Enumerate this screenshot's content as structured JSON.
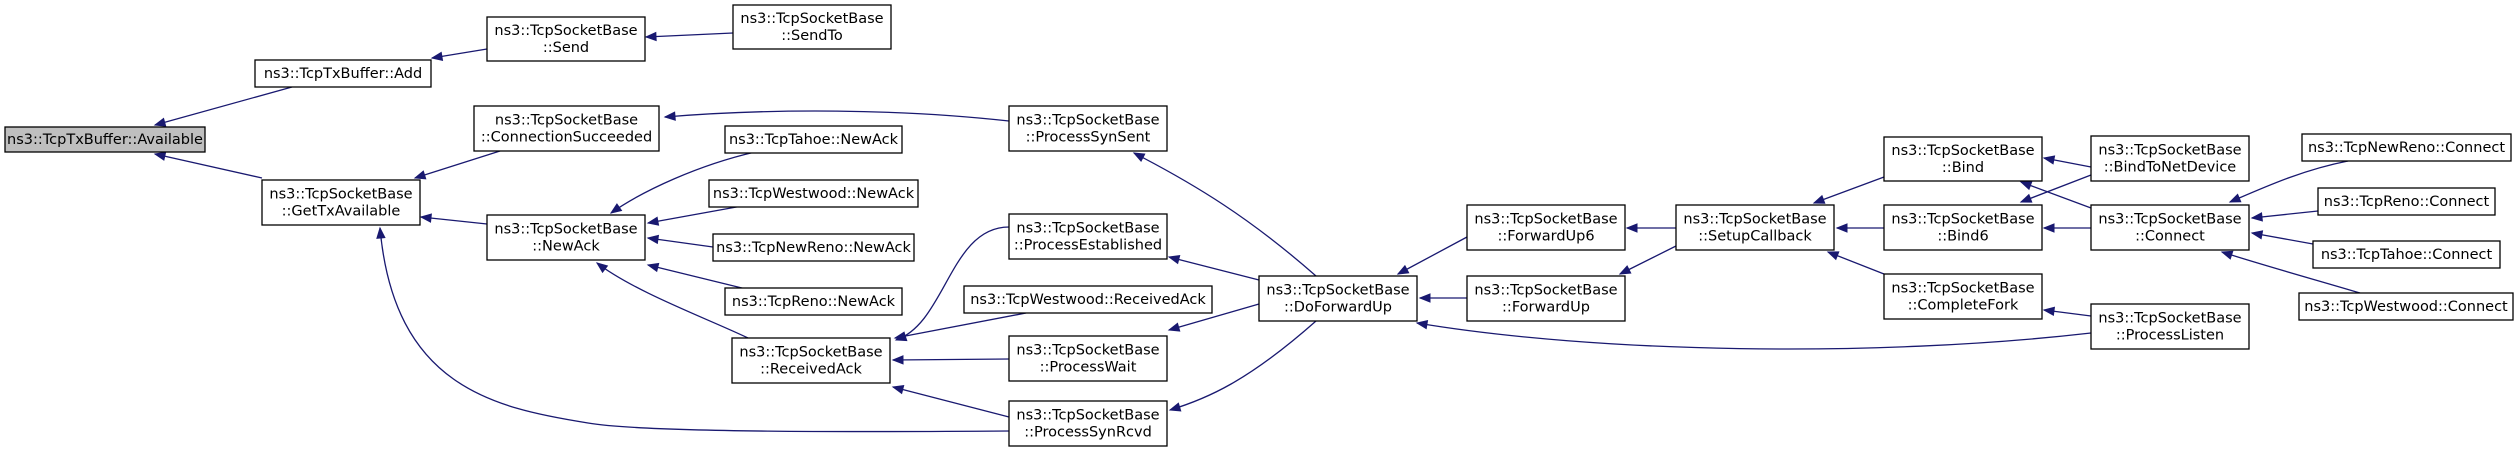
{
  "graph": {
    "title": "",
    "nodes": [
      {
        "id": "available",
        "lines": [
          "ns3::TcpTxBuffer::Available"
        ],
        "root": true
      },
      {
        "id": "add",
        "lines": [
          "ns3::TcpTxBuffer::Add"
        ]
      },
      {
        "id": "send",
        "lines": [
          "ns3::TcpSocketBase",
          "::Send"
        ]
      },
      {
        "id": "sendto",
        "lines": [
          "ns3::TcpSocketBase",
          "::SendTo"
        ]
      },
      {
        "id": "gettx",
        "lines": [
          "ns3::TcpSocketBase",
          "::GetTxAvailable"
        ]
      },
      {
        "id": "connsucc",
        "lines": [
          "ns3::TcpSocketBase",
          "::ConnectionSucceeded"
        ]
      },
      {
        "id": "newack",
        "lines": [
          "ns3::TcpSocketBase",
          "::NewAck"
        ]
      },
      {
        "id": "tahoe_newack",
        "lines": [
          "ns3::TcpTahoe::NewAck"
        ]
      },
      {
        "id": "westwood_newack",
        "lines": [
          "ns3::TcpWestwood::NewAck"
        ]
      },
      {
        "id": "newreno_newack",
        "lines": [
          "ns3::TcpNewReno::NewAck"
        ]
      },
      {
        "id": "reno_newack",
        "lines": [
          "ns3::TcpReno::NewAck"
        ]
      },
      {
        "id": "recvack",
        "lines": [
          "ns3::TcpSocketBase",
          "::ReceivedAck"
        ]
      },
      {
        "id": "synsent",
        "lines": [
          "ns3::TcpSocketBase",
          "::ProcessSynSent"
        ]
      },
      {
        "id": "established",
        "lines": [
          "ns3::TcpSocketBase",
          "::ProcessEstablished"
        ]
      },
      {
        "id": "westwood_recvack",
        "lines": [
          "ns3::TcpWestwood::ReceivedAck"
        ]
      },
      {
        "id": "wait",
        "lines": [
          "ns3::TcpSocketBase",
          "::ProcessWait"
        ]
      },
      {
        "id": "synrcvd",
        "lines": [
          "ns3::TcpSocketBase",
          "::ProcessSynRcvd"
        ]
      },
      {
        "id": "doforwardup",
        "lines": [
          "ns3::TcpSocketBase",
          "::DoForwardUp"
        ]
      },
      {
        "id": "forwardup6",
        "lines": [
          "ns3::TcpSocketBase",
          "::ForwardUp6"
        ]
      },
      {
        "id": "forwardup",
        "lines": [
          "ns3::TcpSocketBase",
          "::ForwardUp"
        ]
      },
      {
        "id": "setupcb",
        "lines": [
          "ns3::TcpSocketBase",
          "::SetupCallback"
        ]
      },
      {
        "id": "bind",
        "lines": [
          "ns3::TcpSocketBase",
          "::Bind"
        ]
      },
      {
        "id": "bind6",
        "lines": [
          "ns3::TcpSocketBase",
          "::Bind6"
        ]
      },
      {
        "id": "completefork",
        "lines": [
          "ns3::TcpSocketBase",
          "::CompleteFork"
        ]
      },
      {
        "id": "bindtonet",
        "lines": [
          "ns3::TcpSocketBase",
          "::BindToNetDevice"
        ]
      },
      {
        "id": "connect",
        "lines": [
          "ns3::TcpSocketBase",
          "::Connect"
        ]
      },
      {
        "id": "processlisten",
        "lines": [
          "ns3::TcpSocketBase",
          "::ProcessListen"
        ]
      },
      {
        "id": "newreno_connect",
        "lines": [
          "ns3::TcpNewReno::Connect"
        ]
      },
      {
        "id": "reno_connect",
        "lines": [
          "ns3::TcpReno::Connect"
        ]
      },
      {
        "id": "tahoe_connect",
        "lines": [
          "ns3::TcpTahoe::Connect"
        ]
      },
      {
        "id": "westwood_connect",
        "lines": [
          "ns3::TcpWestwood::Connect"
        ]
      }
    ],
    "edges": [
      {
        "from": "add",
        "to": "available"
      },
      {
        "from": "gettx",
        "to": "available"
      },
      {
        "from": "send",
        "to": "add"
      },
      {
        "from": "sendto",
        "to": "send"
      },
      {
        "from": "connsucc",
        "to": "gettx"
      },
      {
        "from": "newack",
        "to": "gettx"
      },
      {
        "from": "synrcvd",
        "to": "gettx"
      },
      {
        "from": "synsent",
        "to": "connsucc"
      },
      {
        "from": "tahoe_newack",
        "to": "newack"
      },
      {
        "from": "westwood_newack",
        "to": "newack"
      },
      {
        "from": "newreno_newack",
        "to": "newack"
      },
      {
        "from": "reno_newack",
        "to": "newack"
      },
      {
        "from": "recvack",
        "to": "newack"
      },
      {
        "from": "established",
        "to": "recvack"
      },
      {
        "from": "westwood_recvack",
        "to": "recvack"
      },
      {
        "from": "wait",
        "to": "recvack"
      },
      {
        "from": "synrcvd",
        "to": "recvack"
      },
      {
        "from": "doforwardup",
        "to": "synsent"
      },
      {
        "from": "doforwardup",
        "to": "established"
      },
      {
        "from": "doforwardup",
        "to": "wait"
      },
      {
        "from": "doforwardup",
        "to": "synrcvd"
      },
      {
        "from": "forwardup6",
        "to": "doforwardup"
      },
      {
        "from": "forwardup",
        "to": "doforwardup"
      },
      {
        "from": "processlisten",
        "to": "doforwardup"
      },
      {
        "from": "setupcb",
        "to": "forwardup6"
      },
      {
        "from": "setupcb",
        "to": "forwardup"
      },
      {
        "from": "bind",
        "to": "setupcb"
      },
      {
        "from": "bind6",
        "to": "setupcb"
      },
      {
        "from": "completefork",
        "to": "setupcb"
      },
      {
        "from": "bindtonet",
        "to": "bind"
      },
      {
        "from": "connect",
        "to": "bind"
      },
      {
        "from": "bindtonet",
        "to": "bind6"
      },
      {
        "from": "connect",
        "to": "bind6"
      },
      {
        "from": "processlisten",
        "to": "completefork"
      },
      {
        "from": "newreno_connect",
        "to": "connect"
      },
      {
        "from": "reno_connect",
        "to": "connect"
      },
      {
        "from": "tahoe_connect",
        "to": "connect"
      },
      {
        "from": "westwood_connect",
        "to": "connect"
      }
    ]
  }
}
